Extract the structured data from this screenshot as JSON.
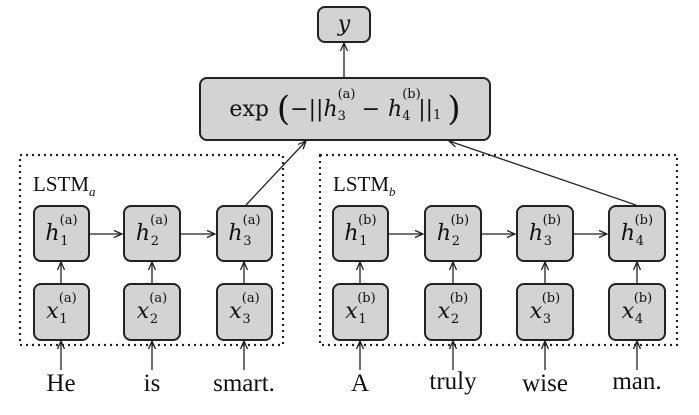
{
  "output_node": {
    "label": "y"
  },
  "formula": {
    "func": "exp",
    "minus": "−||",
    "h_left": {
      "base": "h",
      "sup": "(a)",
      "sub": "3"
    },
    "op": "−",
    "h_right": {
      "base": "h",
      "sup": "(b)",
      "sub": "4"
    },
    "norm_close": "||",
    "norm_sub": "1"
  },
  "groups": [
    {
      "label_main": "LSTM",
      "label_sub": "a"
    },
    {
      "label_main": "LSTM",
      "label_sub": "b"
    }
  ],
  "lstm_a": {
    "hidden": [
      {
        "base": "h",
        "sup": "(a)",
        "sub": "1"
      },
      {
        "base": "h",
        "sup": "(a)",
        "sub": "2"
      },
      {
        "base": "h",
        "sup": "(a)",
        "sub": "3"
      }
    ],
    "inputs": [
      {
        "base": "x",
        "sup": "(a)",
        "sub": "1"
      },
      {
        "base": "x",
        "sup": "(a)",
        "sub": "2"
      },
      {
        "base": "x",
        "sup": "(a)",
        "sub": "3"
      }
    ],
    "words": [
      "He",
      "is",
      "smart."
    ]
  },
  "lstm_b": {
    "hidden": [
      {
        "base": "h",
        "sup": "(b)",
        "sub": "1"
      },
      {
        "base": "h",
        "sup": "(b)",
        "sub": "2"
      },
      {
        "base": "h",
        "sup": "(b)",
        "sub": "3"
      },
      {
        "base": "h",
        "sup": "(b)",
        "sub": "4"
      }
    ],
    "inputs": [
      {
        "base": "x",
        "sup": "(b)",
        "sub": "1"
      },
      {
        "base": "x",
        "sup": "(b)",
        "sub": "2"
      },
      {
        "base": "x",
        "sup": "(b)",
        "sub": "3"
      },
      {
        "base": "x",
        "sup": "(b)",
        "sub": "4"
      }
    ],
    "words": [
      "A",
      "truly",
      "wise",
      "man."
    ]
  }
}
